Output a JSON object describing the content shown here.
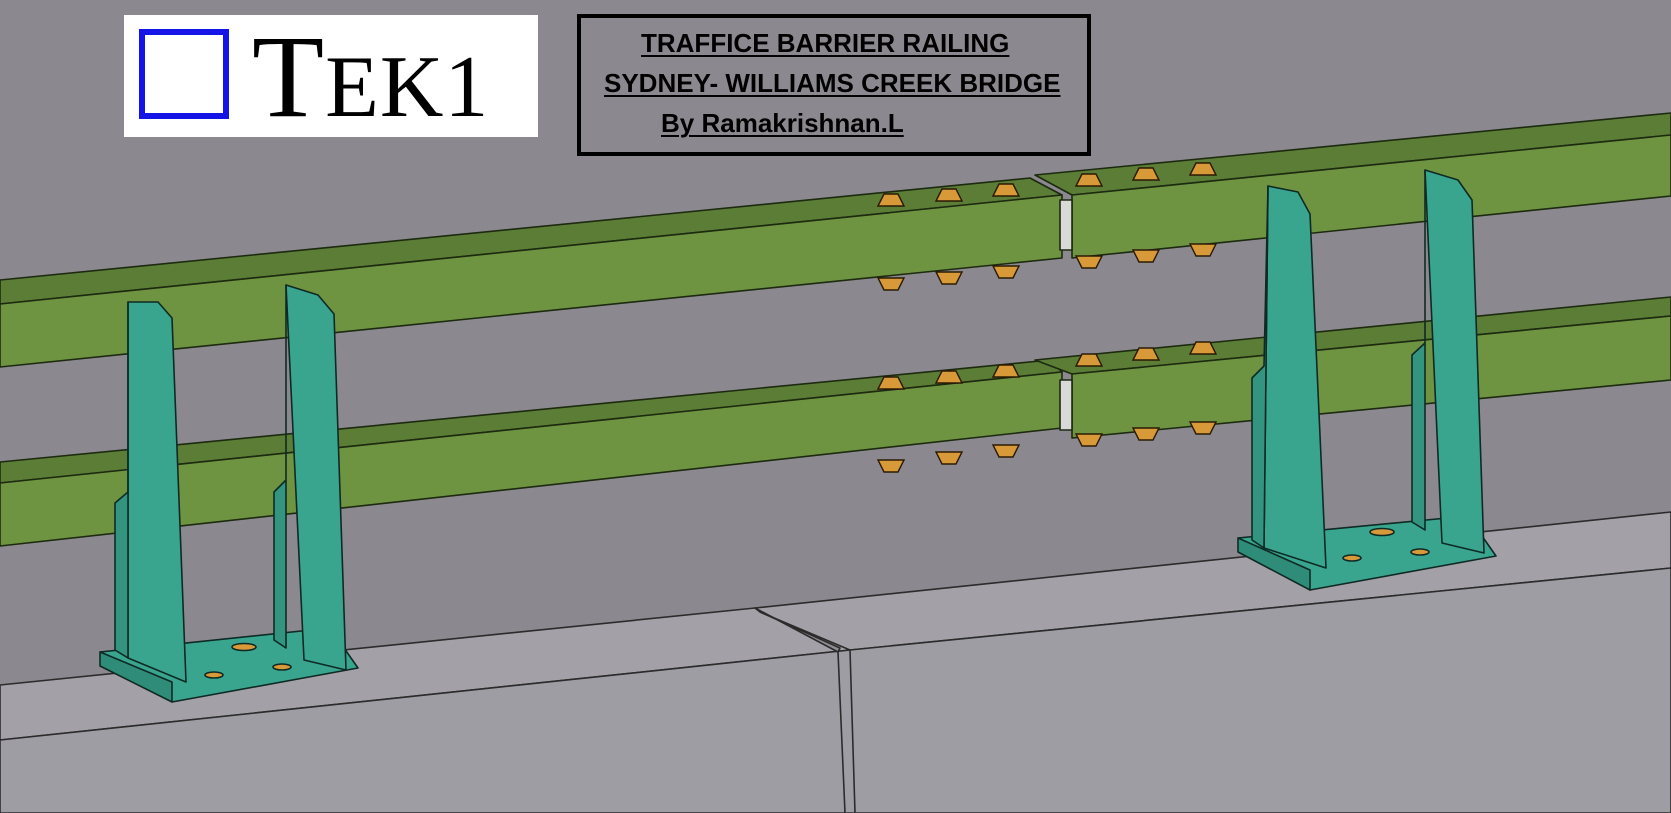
{
  "logo": {
    "text_first": "T",
    "text_rest": "EK1"
  },
  "title_box": {
    "line1": "TRAFFICE BARRIER RAILING",
    "line2": "SYDNEY- WILLIAMS CREEK BRIDGE",
    "line3": "By Ramakrishnan.L"
  },
  "colors": {
    "background": "#8b898f",
    "rail_top": "#5b7d36",
    "rail_face": "#6e9442",
    "post": "#39a58f",
    "bolt": "#d89a38",
    "concrete": "#9e9ca2",
    "logo_square": "#1414e6"
  }
}
